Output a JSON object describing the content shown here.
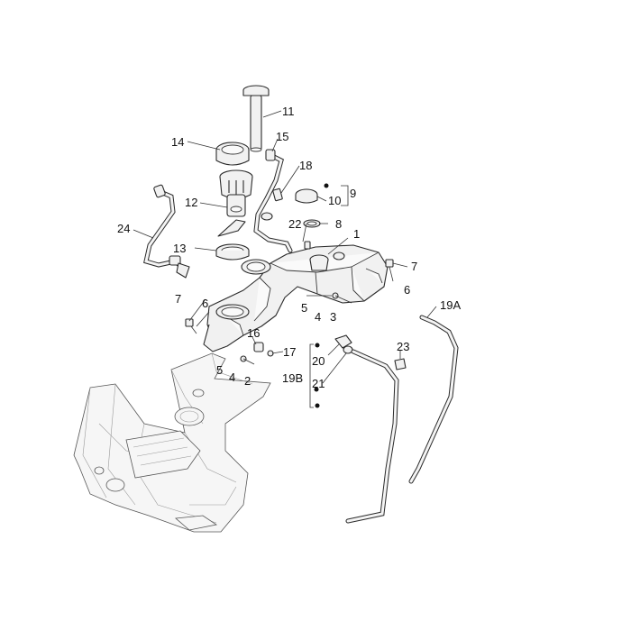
{
  "callouts": {
    "c1": "1",
    "c2": "2",
    "c3": "3",
    "c4a": "4",
    "c4b": "4",
    "c5a": "5",
    "c5b": "5",
    "c6a": "6",
    "c6b": "6",
    "c7a": "7",
    "c7b": "7",
    "c8": "8",
    "c9": "9",
    "c10": "10",
    "c11": "11",
    "c12": "12",
    "c13": "13",
    "c14": "14",
    "c15": "15",
    "c16": "16",
    "c17": "17",
    "c18": "18",
    "c19A": "19A",
    "c19B": "19B",
    "c20": "20",
    "c21": "21",
    "c22": "22",
    "c23": "23",
    "c24": "24"
  }
}
